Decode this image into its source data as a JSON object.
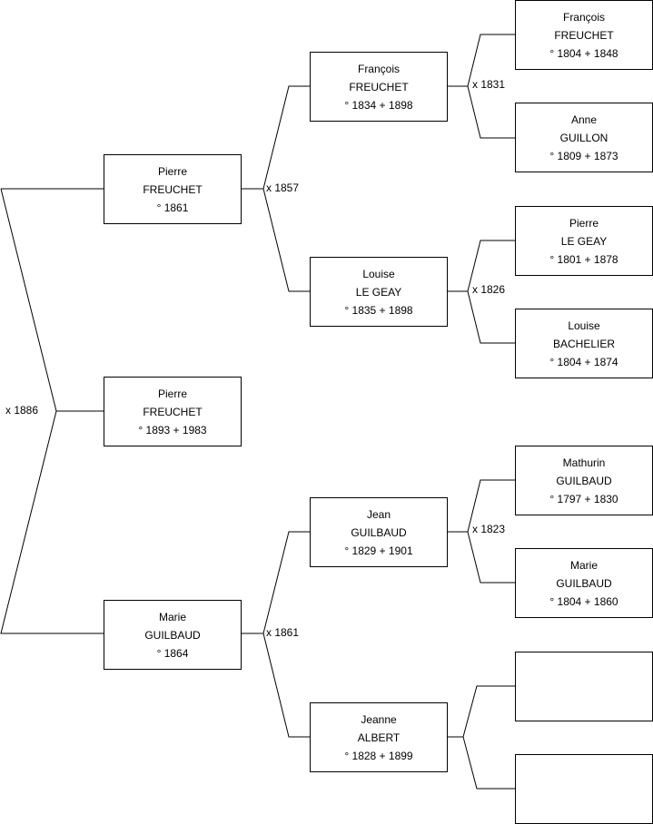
{
  "persons": {
    "root": {
      "given": "Pierre",
      "surname": "FREUCHET",
      "dates": "° 1893 + 1983"
    },
    "father": {
      "given": "Pierre",
      "surname": "FREUCHET",
      "dates": "° 1861"
    },
    "mother": {
      "given": "Marie",
      "surname": "GUILBAUD",
      "dates": "° 1864"
    },
    "ff": {
      "given": "François",
      "surname": "FREUCHET",
      "dates": "° 1834 + 1898"
    },
    "fm": {
      "given": "Louise",
      "surname": "LE GEAY",
      "dates": "° 1835 + 1898"
    },
    "mf": {
      "given": "Jean",
      "surname": "GUILBAUD",
      "dates": "° 1829 + 1901"
    },
    "mm": {
      "given": "Jeanne",
      "surname": "ALBERT",
      "dates": "° 1828 + 1899"
    },
    "fff": {
      "given": "François",
      "surname": "FREUCHET",
      "dates": "° 1804 + 1848"
    },
    "ffm": {
      "given": "Anne",
      "surname": "GUILLON",
      "dates": "° 1809 + 1873"
    },
    "fmf": {
      "given": "Pierre",
      "surname": "LE GEAY",
      "dates": "° 1801 + 1878"
    },
    "fmm": {
      "given": "Louise",
      "surname": "BACHELIER",
      "dates": "° 1804 + 1874"
    },
    "mff": {
      "given": "Mathurin",
      "surname": "GUILBAUD",
      "dates": "° 1797 + 1830"
    },
    "mfm": {
      "given": "Marie",
      "surname": "GUILBAUD",
      "dates": "° 1804 + 1860"
    },
    "mmf": {
      "given": "",
      "surname": "",
      "dates": ""
    },
    "mmm": {
      "given": "",
      "surname": "",
      "dates": ""
    }
  },
  "marriages": {
    "parents": "x 1886",
    "father_parents": "x 1857",
    "mother_parents": "x 1861",
    "ff_parents": "x 1831",
    "fm_parents": "x 1826",
    "mf_parents": "x 1823",
    "mm_parents": ""
  }
}
